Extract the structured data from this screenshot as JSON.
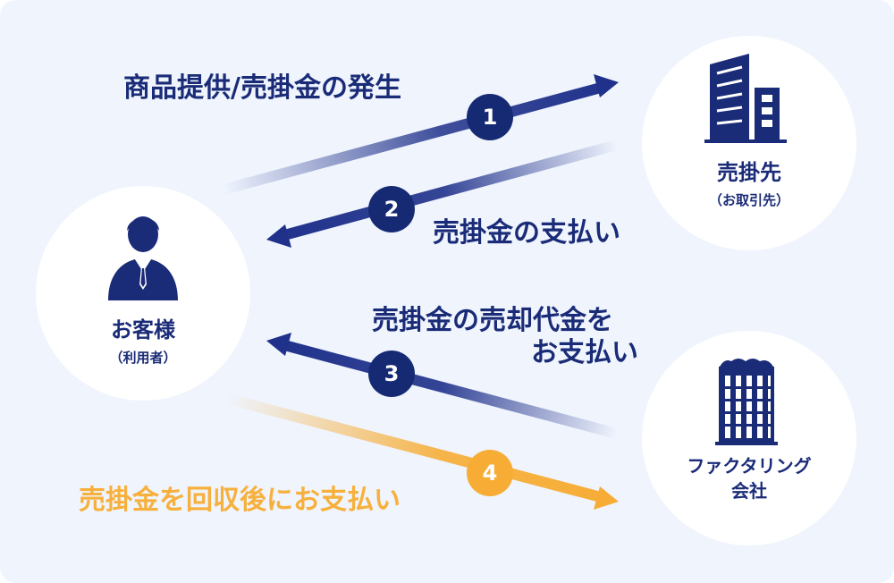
{
  "nodes": {
    "customer": {
      "name": "お客様",
      "sub": "（利用者）"
    },
    "supplier": {
      "name": "売掛先",
      "sub": "（お取引先）"
    },
    "factoring": {
      "name_line1": "ファクタリング",
      "name_line2": "会社"
    }
  },
  "steps": [
    {
      "number": "1",
      "label": "商品提供/売掛金の発生"
    },
    {
      "number": "2",
      "label": "売掛金の支払い"
    },
    {
      "number": "3",
      "label_line1": "売掛金の売却代金を",
      "label_line2": "お支払い"
    },
    {
      "number": "4",
      "label": "売掛金を回収後にお支払い"
    }
  ],
  "colors": {
    "navy": "#1a2b77",
    "orange": "#f7b03c",
    "background": "#eff4fd"
  }
}
